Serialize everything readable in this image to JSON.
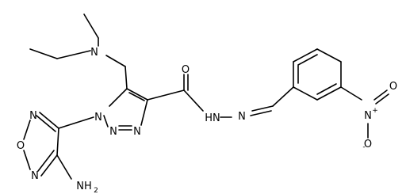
{
  "molecule": {
    "atoms": {
      "n_amine": "N",
      "o_carbonyl": "O",
      "o_furazan": "O",
      "n_furazan_top": "N",
      "n_furazan_bottom": "N",
      "n1_triazole": "N",
      "n2_triazole": "N",
      "n3_triazole": "N",
      "nh_hydrazone": "HN",
      "n_imine": "N",
      "n_nitro": "N",
      "n_nitro_charge": "+",
      "o_nitro_top": "O",
      "o_nitro_left": "O",
      "o_nitro_charge": "-",
      "nh2": "NH",
      "nh2_sub": "2"
    }
  }
}
